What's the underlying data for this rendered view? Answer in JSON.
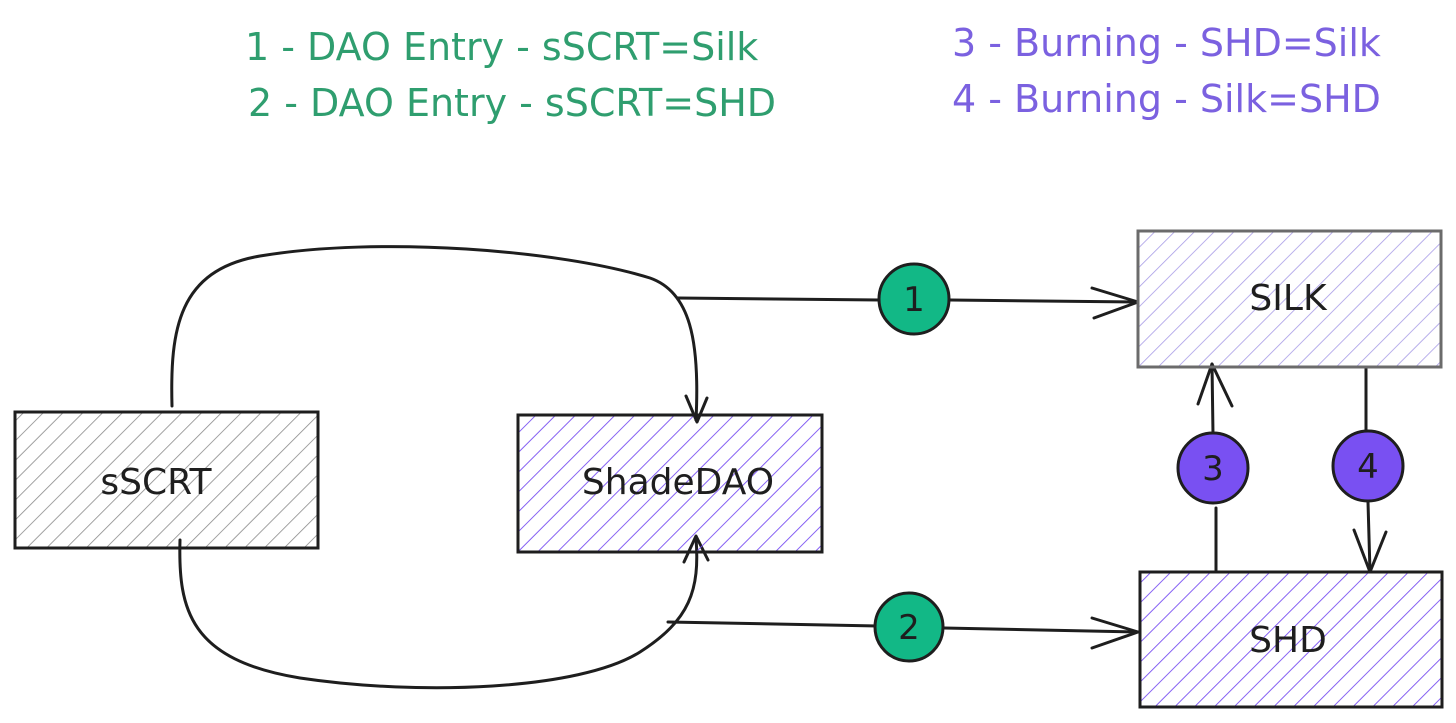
{
  "legend": {
    "dao_entries": [
      {
        "text": "1 - DAO Entry - sSCRT=Silk"
      },
      {
        "text": "2 - DAO Entry - sSCRT=SHD"
      }
    ],
    "burning": [
      {
        "text": "3 - Burning - SHD=Silk"
      },
      {
        "text": "4 - Burning - Silk=SHD"
      }
    ]
  },
  "nodes": {
    "sscrt": {
      "label": "sSCRT"
    },
    "shadedao": {
      "label": "ShadeDAO"
    },
    "silk": {
      "label": "SILK"
    },
    "shd": {
      "label": "SHD"
    }
  },
  "badges": {
    "b1": {
      "label": "1"
    },
    "b2": {
      "label": "2"
    },
    "b3": {
      "label": "3"
    },
    "b4": {
      "label": "4"
    }
  },
  "colors": {
    "green": "#2f9e6f",
    "green_fill": "#12b886",
    "purple": "#7b61e0",
    "purple_fill": "#7950f2",
    "gray_outline": "#1e1e1e",
    "ink": "#1e1e1e"
  }
}
